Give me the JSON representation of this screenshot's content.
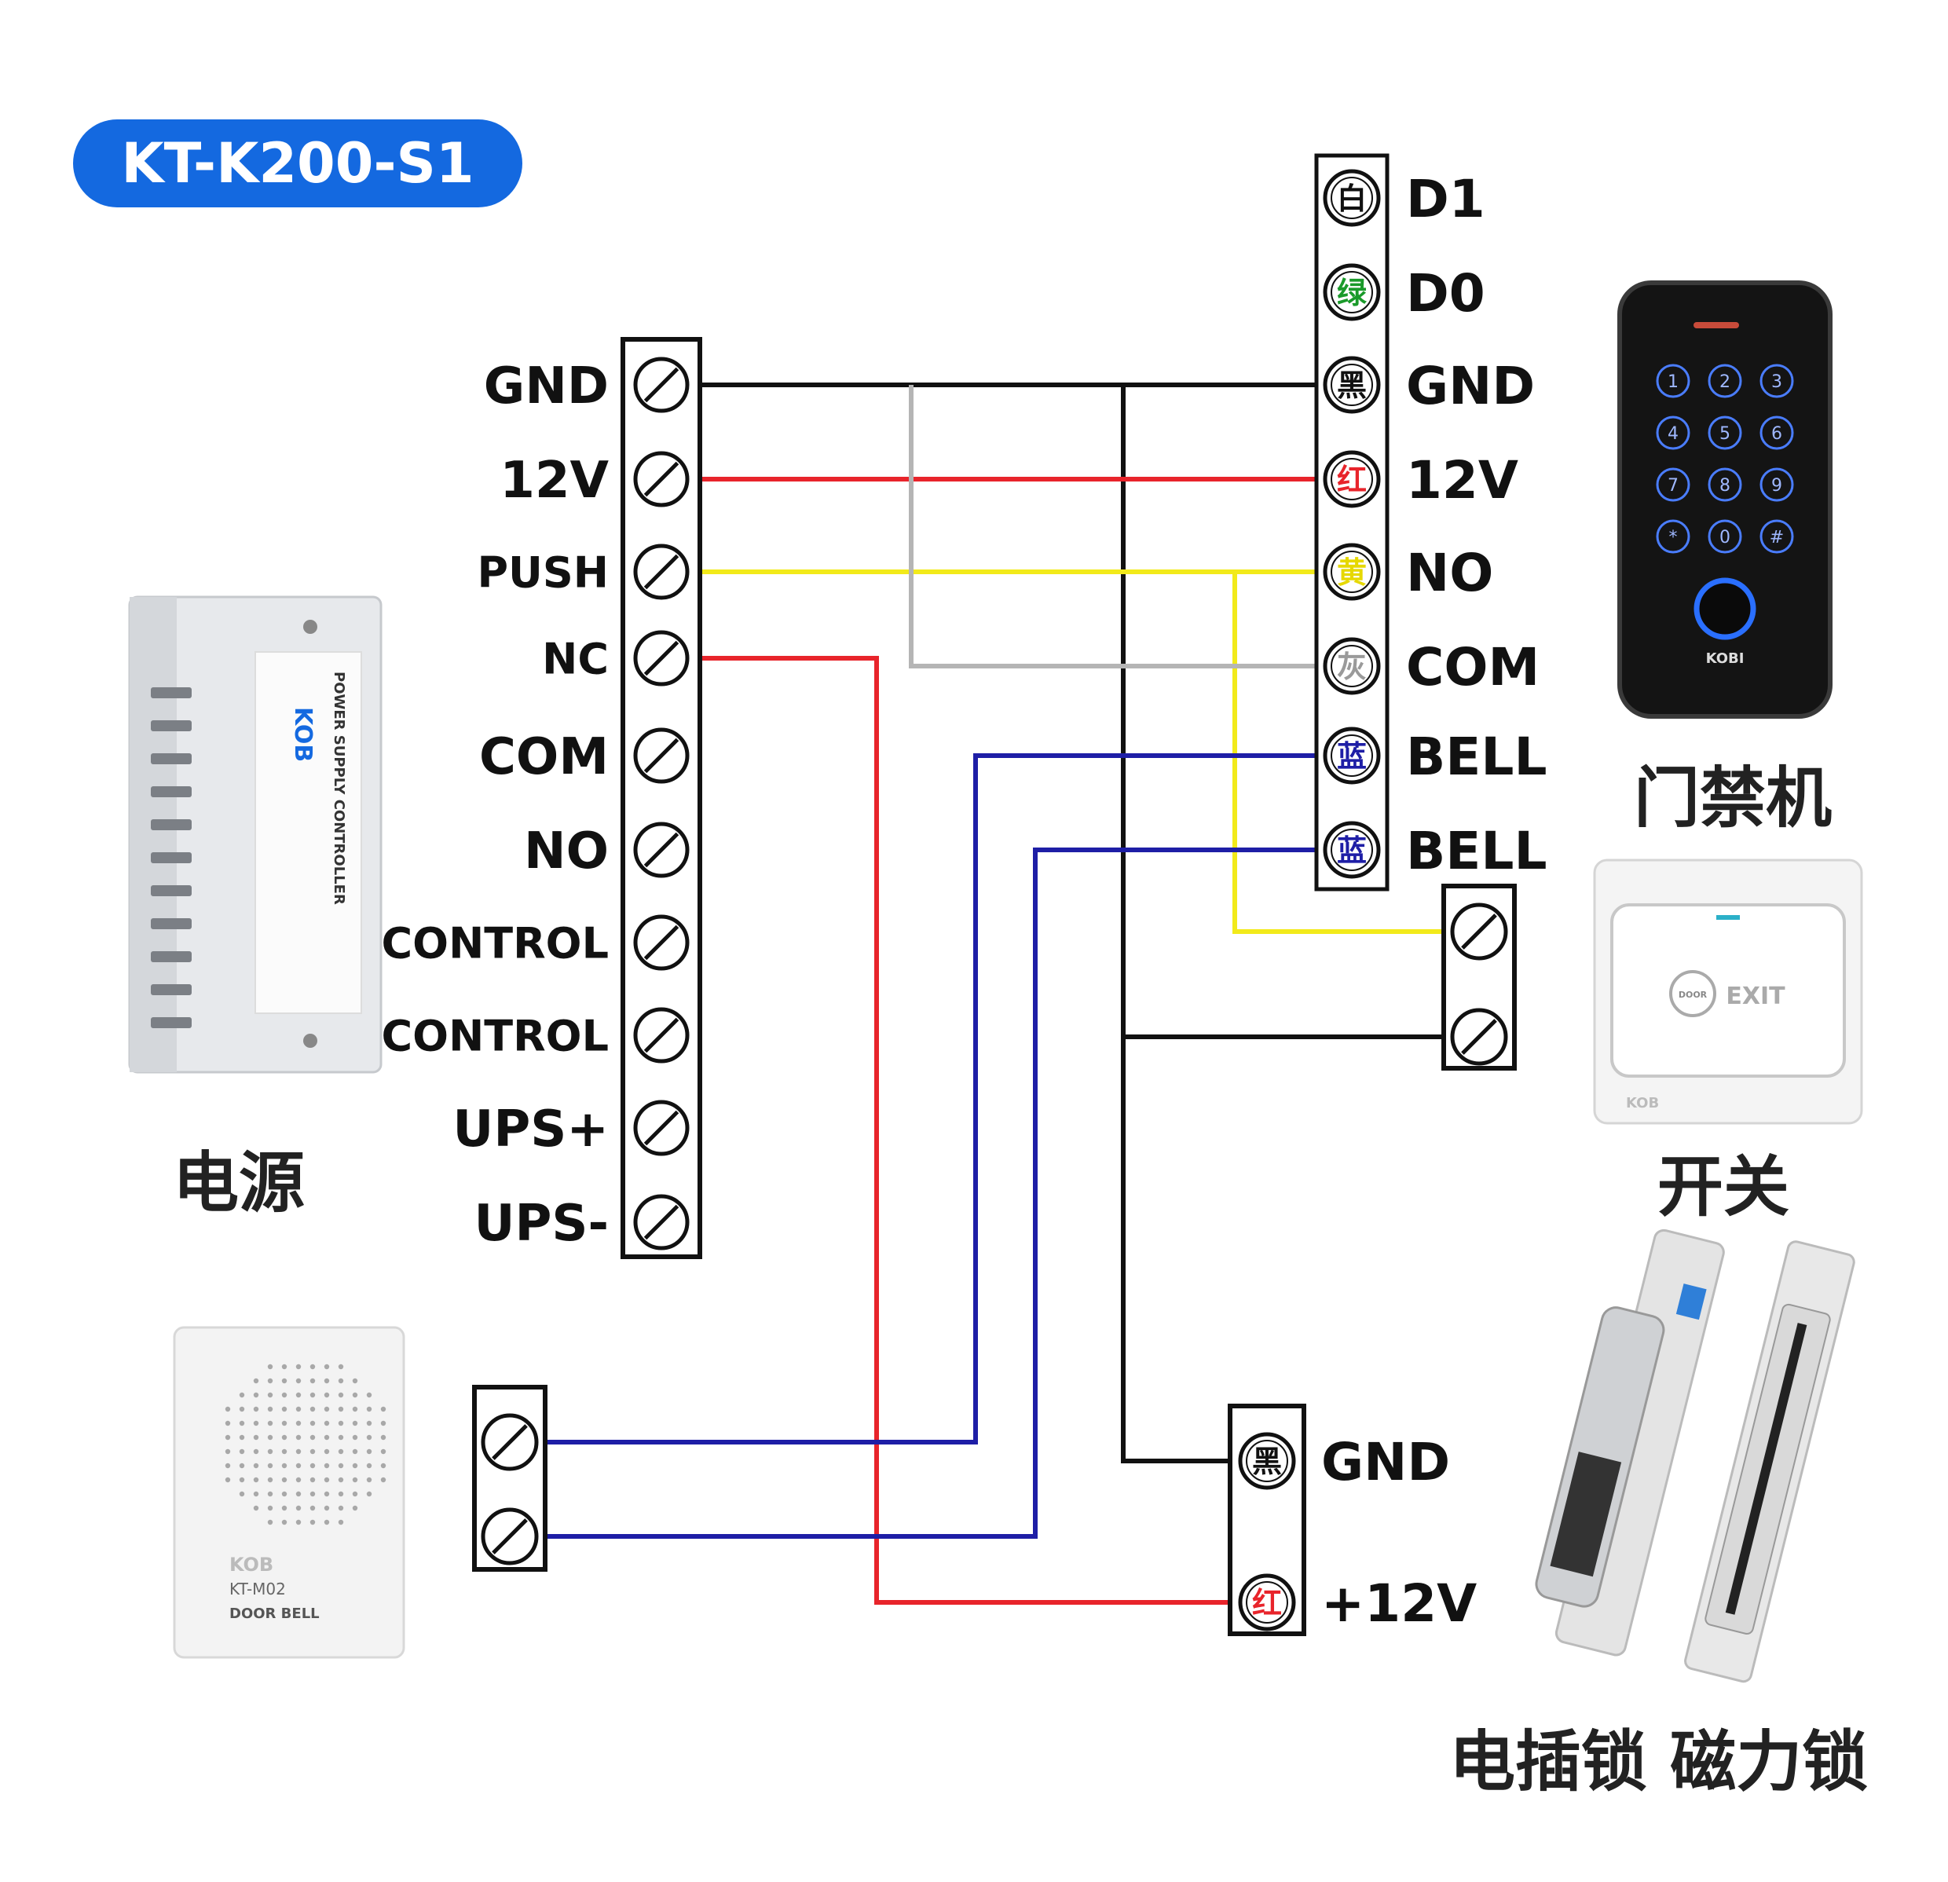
{
  "model_label": "KT-K200-S1",
  "colors": {
    "black": "#111111",
    "red": "#e8242b",
    "yellow": "#f2ea1a",
    "gray": "#b5b5b5",
    "blue": "#1e1ea6",
    "brand_blue": "#1469e0"
  },
  "power_terminals": [
    "GND",
    "12V",
    "PUSH",
    "NC",
    "COM",
    "NO",
    "CONTROL",
    "CONTROL",
    "UPS+",
    "UPS-"
  ],
  "reader_terminals": [
    {
      "char": "白",
      "label": "D1",
      "char_color": "#111111"
    },
    {
      "char": "绿",
      "label": "D0",
      "char_color": "#1a9a2a"
    },
    {
      "char": "黑",
      "label": "GND",
      "char_color": "#111111"
    },
    {
      "char": "红",
      "label": "12V",
      "char_color": "#e8242b"
    },
    {
      "char": "黄",
      "label": "NO",
      "char_color": "#e6d800"
    },
    {
      "char": "灰",
      "label": "COM",
      "char_color": "#9a9a9a"
    },
    {
      "char": "蓝",
      "label": "BELL",
      "char_color": "#1e1ea6"
    },
    {
      "char": "蓝",
      "label": "BELL",
      "char_color": "#1e1ea6"
    }
  ],
  "lock_terminals": [
    {
      "char": "黑",
      "label": "GND",
      "char_color": "#111111"
    },
    {
      "char": "红",
      "label": "+12V",
      "char_color": "#e8242b"
    }
  ],
  "captions": {
    "power": "电源",
    "reader": "门禁机",
    "switch": "开关",
    "locks": "电插锁 磁力锁"
  },
  "device_text": {
    "psu_brand": "KOB",
    "psu_title": "POWER SUPPLY CONTROLLER",
    "bell_brand": "KOB",
    "bell_model": "KT-M02",
    "bell_name": "DOOR BELL",
    "reader_brand": "KOBI",
    "reader_keys": [
      "1",
      "2",
      "3",
      "4",
      "5",
      "6",
      "7",
      "8",
      "9",
      "*",
      "0",
      "#"
    ],
    "switch_door": "DOOR",
    "switch_exit": "EXIT",
    "switch_brand": "KOB"
  }
}
